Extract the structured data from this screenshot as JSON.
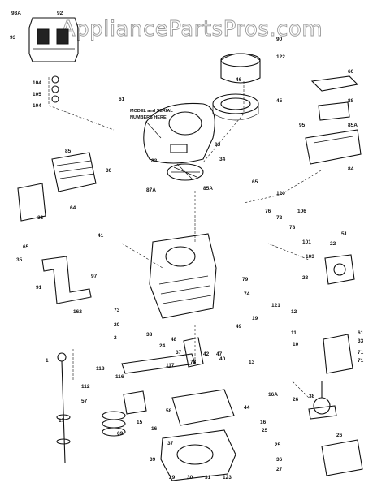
{
  "watermark": "AppliancePartsPros.com",
  "note": {
    "line1": "MODEL and SERIAL",
    "line2": "NUMBERS HERE"
  },
  "labels": [
    "93A",
    "92",
    "93",
    "90",
    "122",
    "46",
    "104",
    "105",
    "104",
    "61",
    "45",
    "60",
    "88",
    "95",
    "85A",
    "84",
    "85",
    "83",
    "82",
    "34",
    "85A",
    "30",
    "64",
    "33",
    "87A",
    "65",
    "120",
    "106",
    "72",
    "41",
    "76",
    "78",
    "51",
    "65",
    "35",
    "91",
    "97",
    "162",
    "101",
    "103",
    "22",
    "23",
    "79",
    "74",
    "121",
    "73",
    "20",
    "2",
    "19",
    "49",
    "38",
    "40",
    "24",
    "48",
    "37",
    "78",
    "42",
    "47",
    "13",
    "12",
    "11",
    "10",
    "61",
    "33",
    "71",
    "71",
    "1",
    "118",
    "116",
    "117",
    "112",
    "57",
    "15",
    "17",
    "69",
    "58",
    "16",
    "16A",
    "44",
    "16",
    "39",
    "25",
    "26",
    "38",
    "37",
    "25",
    "36",
    "27",
    "26",
    "29",
    "30",
    "31",
    "123"
  ]
}
